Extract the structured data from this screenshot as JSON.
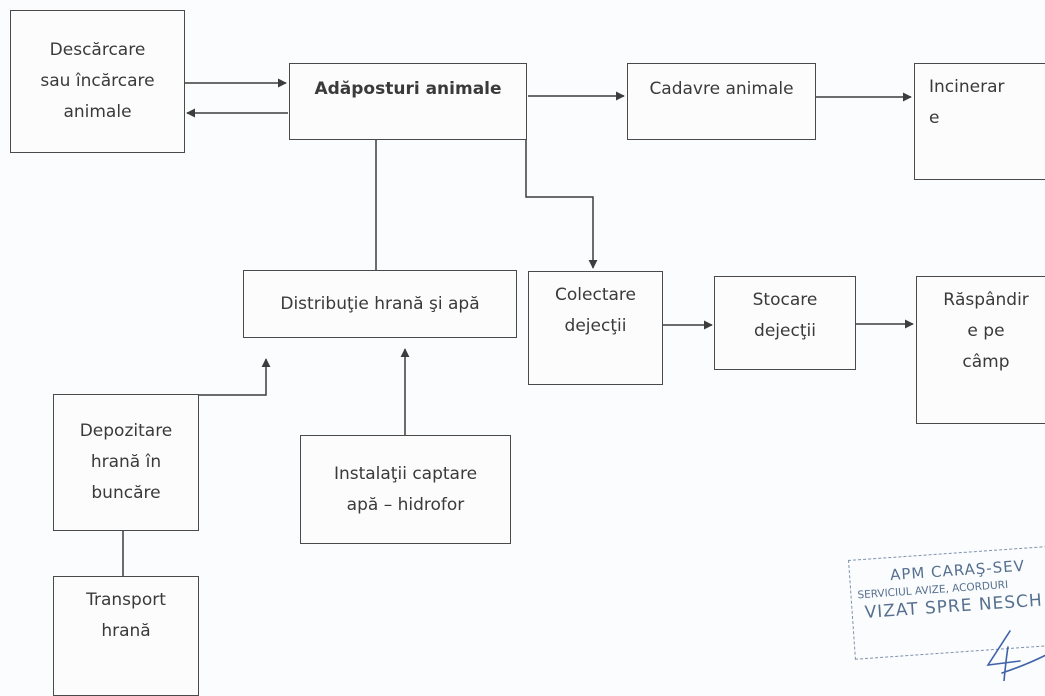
{
  "boxes": {
    "descarcare": "Descărcare\nsau încărcare\nanimale",
    "adaposturi": "Adăposturi animale",
    "cadavre": "Cadavre animale",
    "incinerare": "Incinerar\ne",
    "distributie": "Distribuţie hrană şi apă",
    "colectare": "Colectare\ndejecţii",
    "stocare": "Stocare\ndejecţii",
    "raspandire": "Răspândir\ne pe\ncâmp",
    "depozitare": "Depozitare\nhrană în\nbuncăre",
    "instalatii": "Instalaţii captare\napă – hidrofor",
    "transport": "Transport\nhrană"
  },
  "stamp": {
    "line1": "APM CARAŞ-SEV",
    "line2": "SERVICIUL AVIZE, ACORDURI",
    "line3": "VIZAT SPRE NESCH"
  },
  "colors": {
    "line": "#3d3d3d",
    "stamp": "#56708f",
    "signature": "#3f63a8"
  }
}
